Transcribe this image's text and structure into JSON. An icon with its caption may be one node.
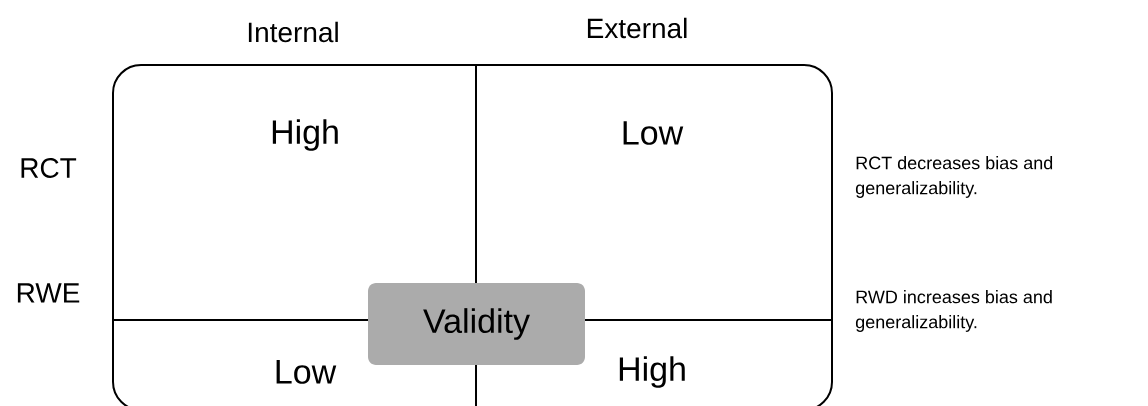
{
  "diagram": {
    "nodes": [
      {
        "text": [
          "High",
          "Low",
          "Low",
          "High"
        ]
      },
      {
        "text": [
          "Validity"
        ],
        "in": 0
      }
    ],
    "labels": [
      "Internal",
      "External",
      "RCT",
      "RCT decreases bias and generalizability.",
      "RWE",
      "RWD increases bias and generalizability."
    ]
  }
}
